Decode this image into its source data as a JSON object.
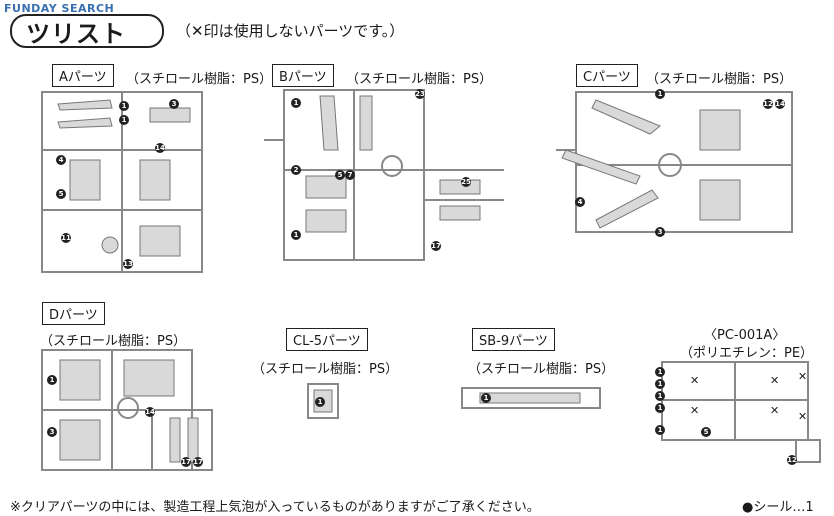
{
  "watermark": "FUNDAY SEARCH",
  "header": {
    "title": "ツリスト",
    "note": "（✕印は使用しないパーツです。）"
  },
  "parts": {
    "A": {
      "name": "Aパーツ",
      "material": "（スチロール樹脂：PS）"
    },
    "B": {
      "name": "Bパーツ",
      "material": "（スチロール樹脂：PS）"
    },
    "C": {
      "name": "Cパーツ",
      "material": "（スチロール樹脂：PS）"
    },
    "D": {
      "name": "Dパーツ",
      "material": "（スチロール樹脂：PS）"
    },
    "CL5": {
      "name": "CL-5パーツ",
      "material": "（スチロール樹脂：PS）"
    },
    "SB9": {
      "name": "SB-9パーツ",
      "material": "（スチロール樹脂：PS）"
    },
    "PC": {
      "name": "〈PC-001A〉",
      "material": "（ポリエチレン：PE）"
    }
  },
  "footer": {
    "note": "※クリアパーツの中には、製造工程上気泡が入っているものがありますがご了承ください。",
    "seal": "●シール…1"
  }
}
